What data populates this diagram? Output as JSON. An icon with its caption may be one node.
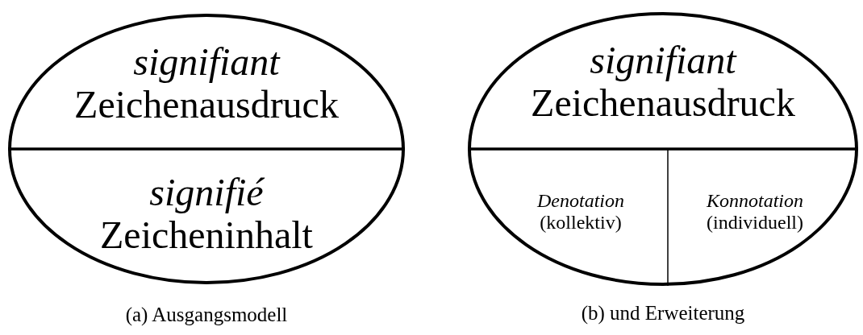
{
  "diagram": {
    "nodes": [
      {
        "text": [],
        "shape": "ellipse",
        "beside": [
          "(a) Ausgangsmodell"
        ]
      },
      {
        "text": [
          "signifiant",
          "Zeichenausdruck"
        ],
        "in": 0
      },
      {
        "text": [
          "signifié",
          "Zeicheninhalt"
        ],
        "in": 0
      },
      {
        "text": [],
        "shape": "ellipse",
        "beside": [
          "(b) und Erweiterung"
        ]
      },
      {
        "text": [
          "signifiant",
          "Zeichenausdruck"
        ],
        "in": 3
      },
      {
        "text": [
          "Denotation",
          "(kollektiv)"
        ],
        "in": 3
      },
      {
        "text": [
          "Konnotation",
          "(individuell)"
        ],
        "in": 3
      }
    ],
    "edges": []
  }
}
